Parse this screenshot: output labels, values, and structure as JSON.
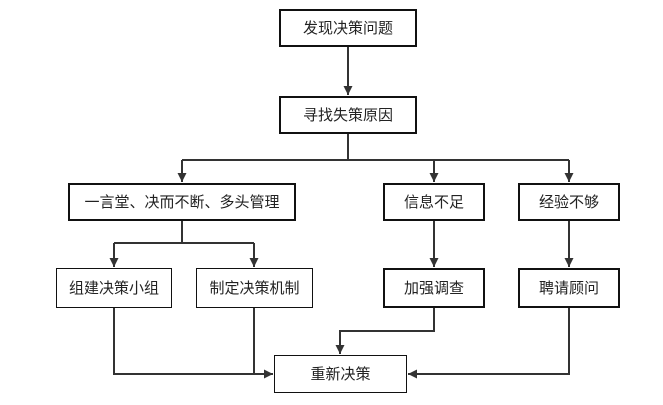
{
  "colors": {
    "line": "#333333",
    "border": "#111111",
    "text": "#222222",
    "background": "#ffffff"
  },
  "nodes": {
    "discover_problem": "发现决策问题",
    "find_cause": "寻找失策原因",
    "cause_management": "一言堂、决而不断、多头管理",
    "cause_information": "信息不足",
    "cause_experience": "经验不够",
    "fix_team": "组建决策小组",
    "fix_mechanism": "制定决策机制",
    "fix_investigation": "加强调查",
    "fix_consultant": "聘请顾问",
    "redecide": "重新决策"
  }
}
